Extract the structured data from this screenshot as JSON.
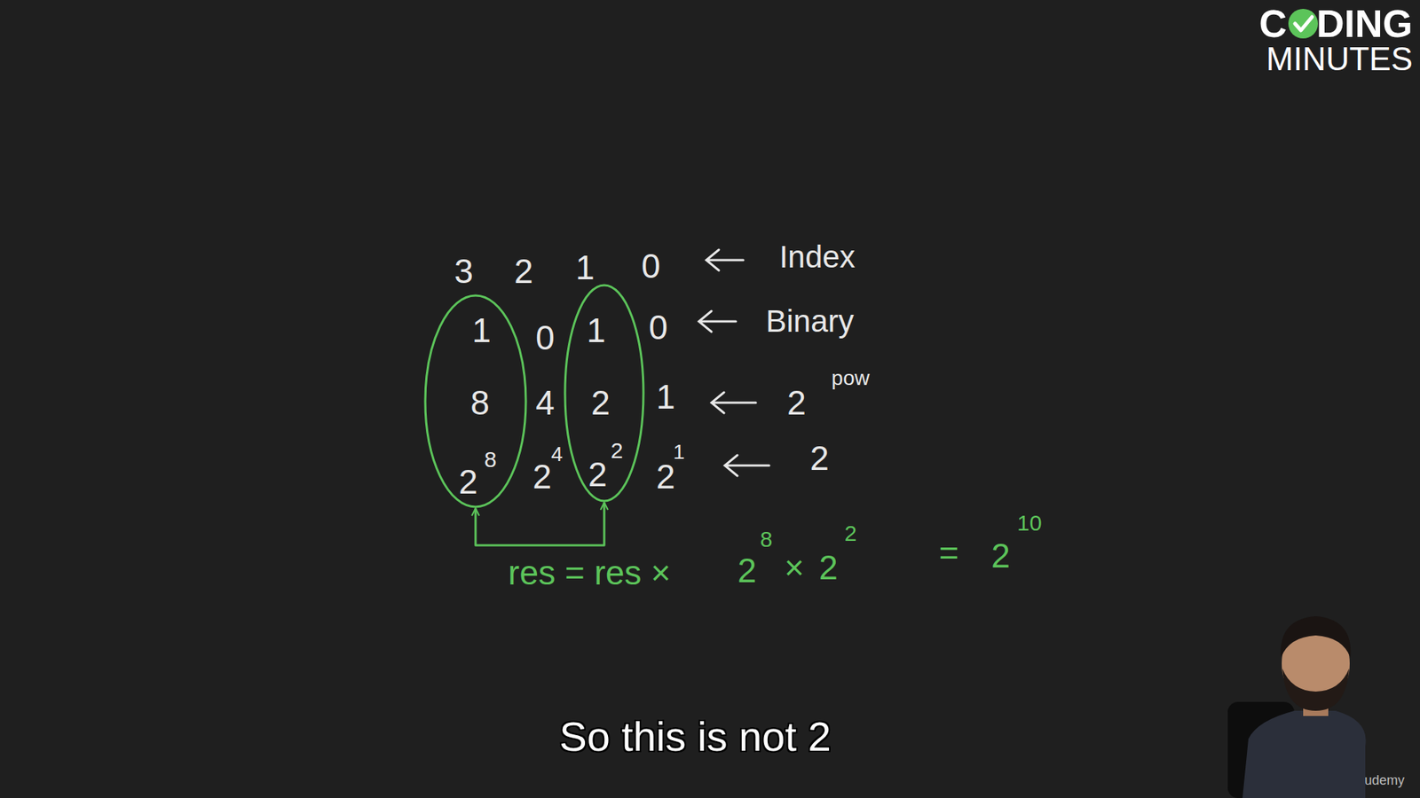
{
  "diagram": {
    "nodes": [
      {
        "text": [
          "1",
          "8",
          "2",
          "8"
        ]
      },
      {
        "text": [
          "1",
          "2",
          "2",
          "2"
        ]
      }
    ],
    "edges": [
      {
        "from": 0,
        "to": 1,
        "arrow": "both"
      }
    ],
    "labels": [
      "3",
      "2",
      "1",
      "0",
      "Index",
      "0",
      "0",
      "Binary",
      "4",
      "1",
      "2",
      "pow",
      "2",
      "4",
      "2",
      "1",
      "2",
      "res = res ×",
      "2",
      "8",
      "×",
      "2",
      "2",
      "=",
      "2",
      "10",
      "So this is not 2",
      "C",
      "DING",
      "MINUTES",
      "udemy"
    ]
  }
}
